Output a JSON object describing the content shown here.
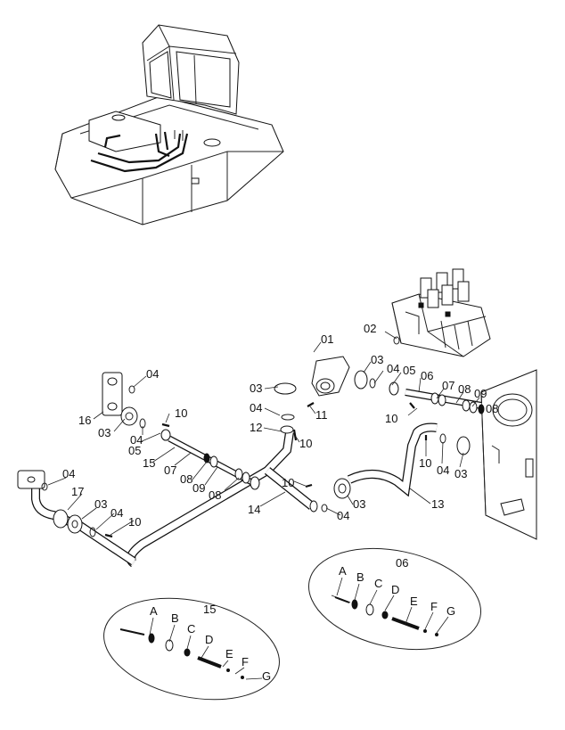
{
  "callouts": {
    "c01": "01",
    "c02": "02",
    "c03a": "03",
    "c03b": "03",
    "c03c": "03",
    "c03d": "03",
    "c03e": "03",
    "c03f": "03",
    "c04a": "04",
    "c04b": "04",
    "c04c": "04",
    "c04d": "04",
    "c04e": "04",
    "c04f": "04",
    "c04g": "04",
    "c04h": "04",
    "c05a": "05",
    "c05b": "05",
    "c06": "06",
    "c07a": "07",
    "c07b": "07",
    "c08a": "08",
    "c08b": "08",
    "c08c": "08",
    "c08d": "08",
    "c09a": "09",
    "c09b": "09",
    "c10a": "10",
    "c10b": "10",
    "c10c": "10",
    "c10d": "10",
    "c10e": "10",
    "c10f": "10",
    "c11": "11",
    "c12": "12",
    "c13": "13",
    "c14": "14",
    "c15": "15",
    "c16": "16",
    "c17": "17"
  },
  "detail_06": {
    "title": "06",
    "parts": [
      "A",
      "B",
      "C",
      "D",
      "E",
      "F",
      "G"
    ]
  },
  "detail_15": {
    "title": "15",
    "parts": [
      "A",
      "B",
      "C",
      "D",
      "E",
      "F",
      "G"
    ]
  }
}
